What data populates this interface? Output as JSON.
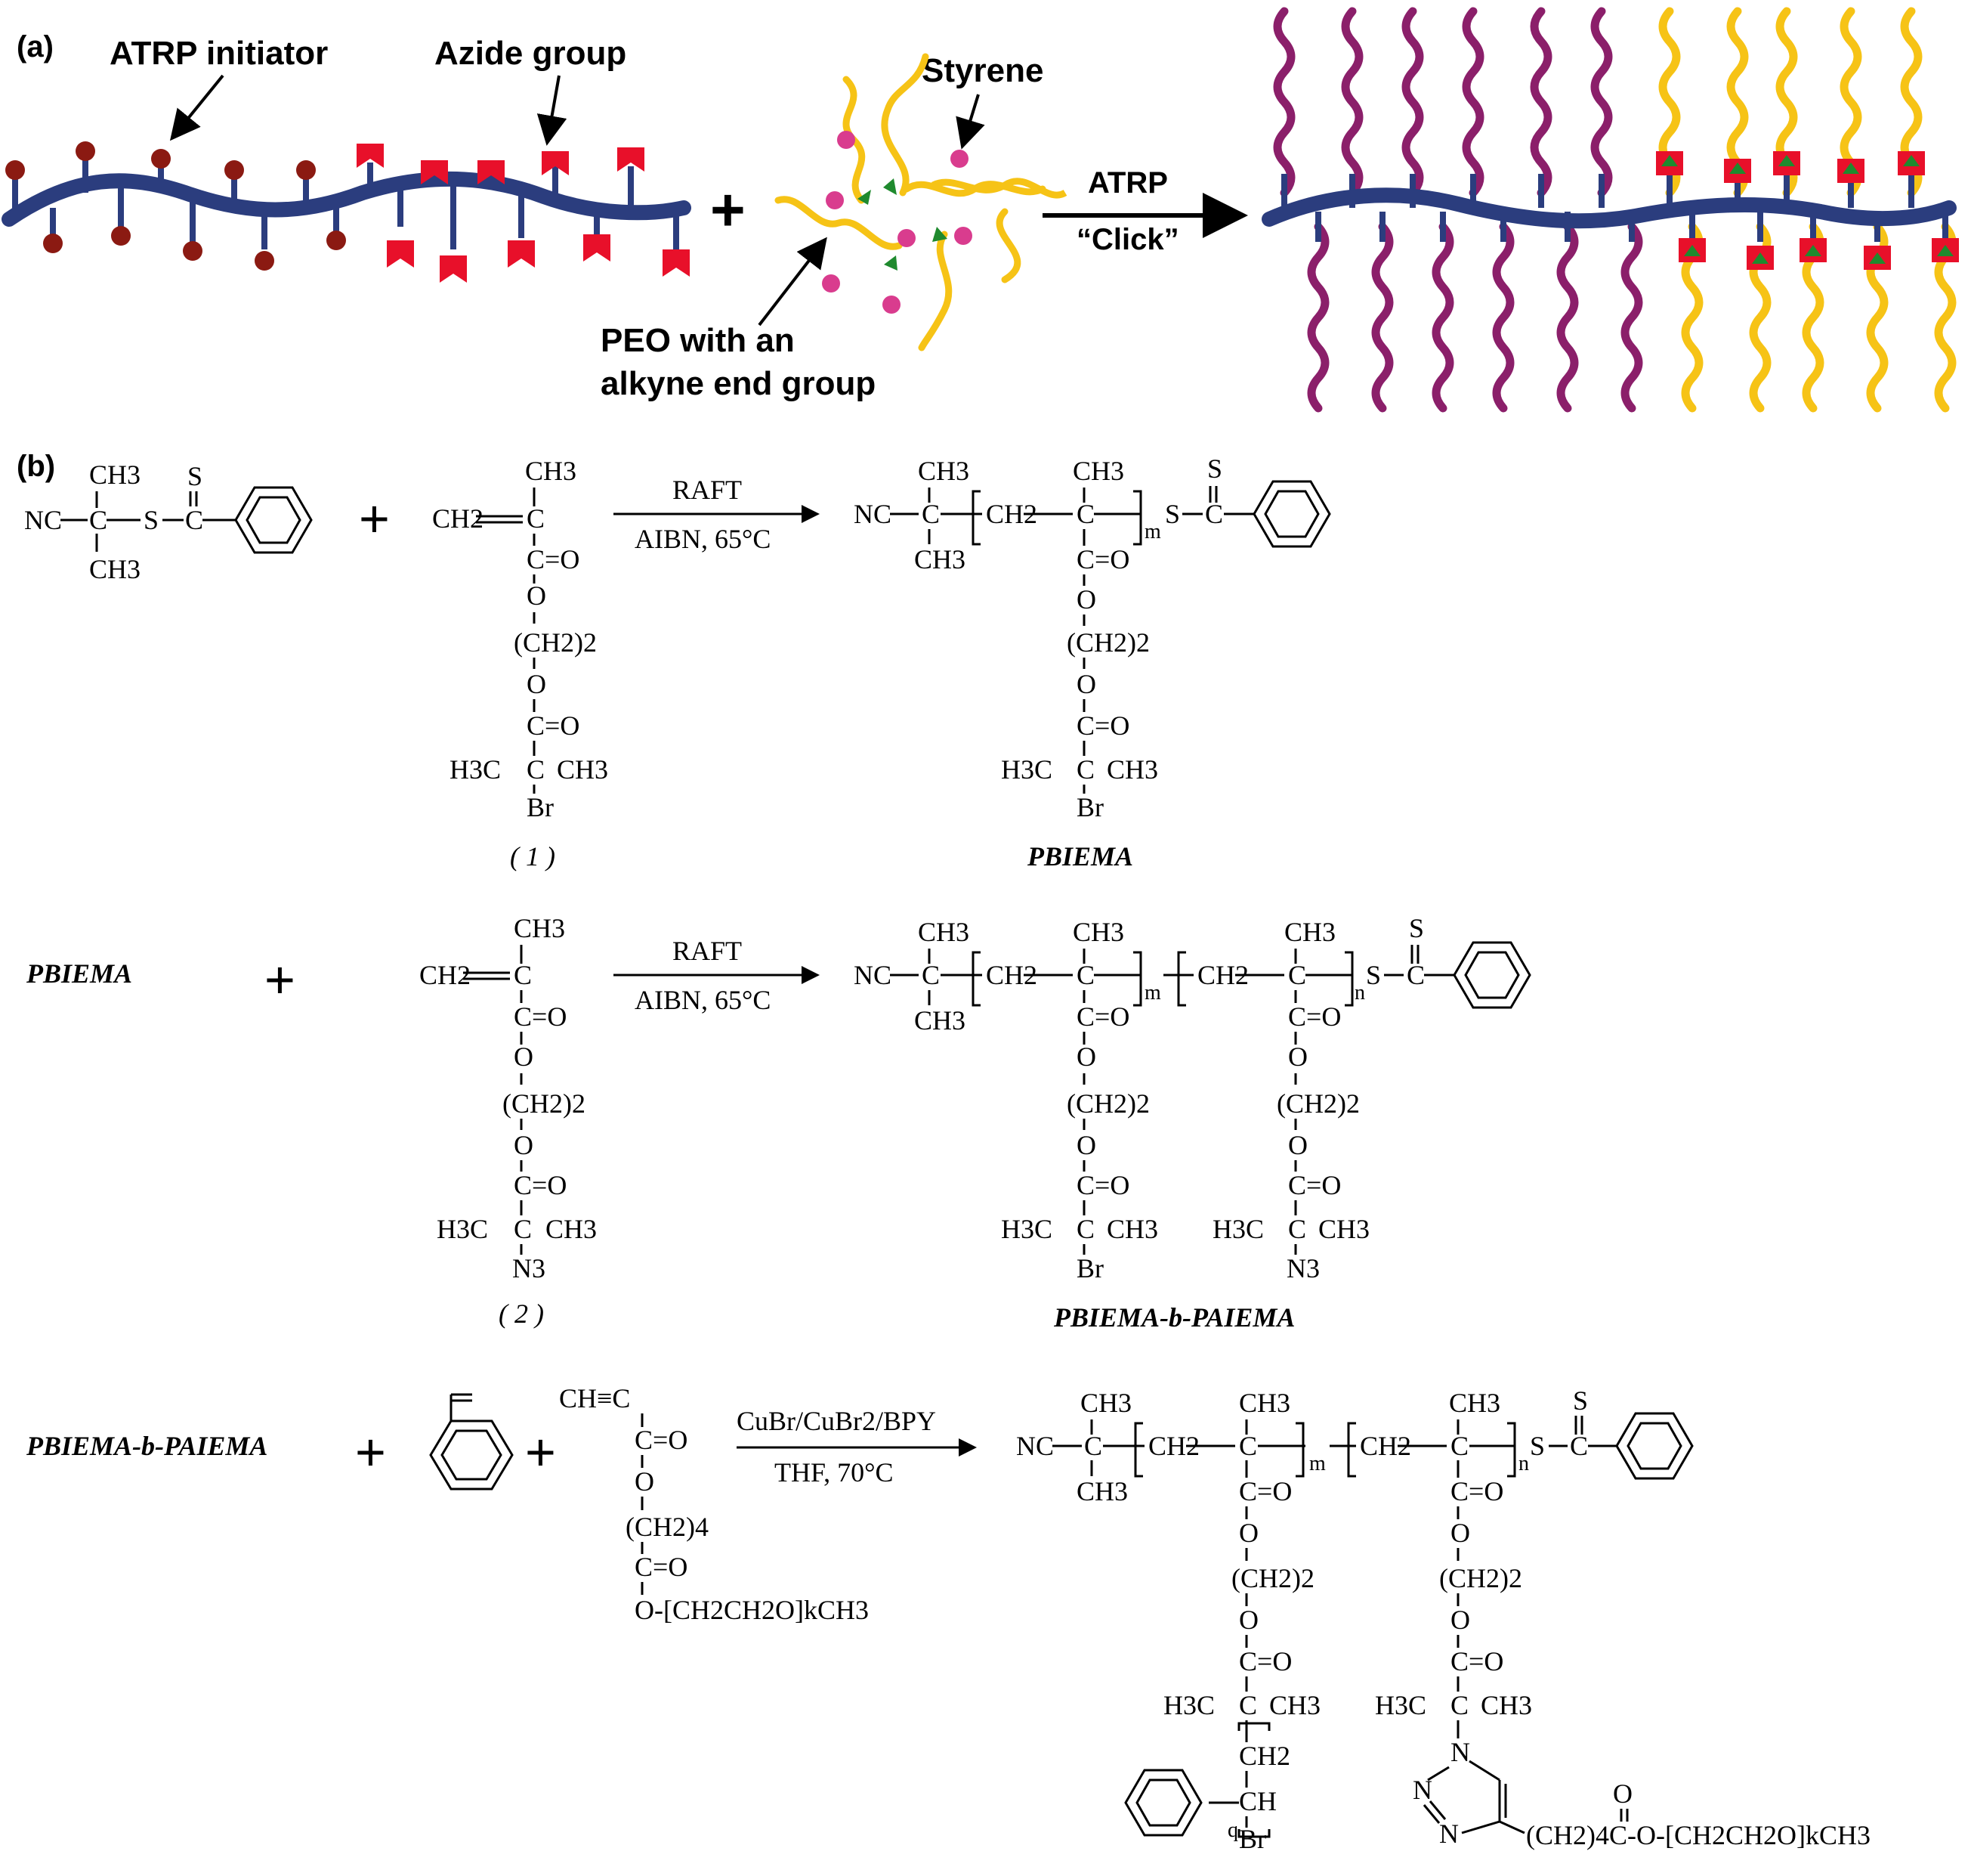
{
  "panel_a": {
    "label": "(a)",
    "atrp_initiator": "ATRP initiator",
    "azide_group": "Azide group",
    "styrene": "Styrene",
    "peo_line1": "PEO with an",
    "peo_line2": "alkyne end group",
    "arrow_top": "ATRP",
    "arrow_bottom": "“Click”",
    "colors": {
      "backbone": "#2b3d7e",
      "initiator": "#8b1a12",
      "azide": "#e8102a",
      "peo": "#f6c316",
      "styrene": "#d93c8e",
      "alkyne": "#1f8a2e",
      "polystyrene": "#8b1f6a"
    }
  },
  "panel_b": {
    "label": "(b)",
    "cta": {
      "ch3_top": "CH3",
      "ch3_bottom": "CH3",
      "nc": "NC",
      "c": "C",
      "s": "S",
      "s_double": "S",
      "c2": "C"
    },
    "monomer1": {
      "ch3": "CH3",
      "ch2": "CH2",
      "c": "C",
      "co": "C=O",
      "o1": "O",
      "ch2_2": "(CH2)2",
      "o2": "O",
      "co2": "C=O",
      "left": "H3C",
      "c3": "C",
      "right": "CH3",
      "end": "Br",
      "name": "( 1 )"
    },
    "monomer2": {
      "ch3": "CH3",
      "ch2": "CH2",
      "c": "C",
      "co": "C=O",
      "o1": "O",
      "ch2_2": "(CH2)2",
      "o2": "O",
      "co2": "C=O",
      "left": "H3C",
      "c3": "C",
      "right": "CH3",
      "end": "N3",
      "name": "( 2 )"
    },
    "raft": "RAFT",
    "aibn": "AIBN, 65°C",
    "pbiema": "PBIEMA",
    "pbiema_b": "PBIEMA-b-PAIEMA",
    "cond3_top": "CuBr/CuBr2/BPY",
    "cond3_bottom": "THF, 70°C",
    "alkyne": {
      "top": "CH≡C",
      "co": "C=O",
      "o": "O",
      "ch2_4": "(CH2)4",
      "co2": "C=O",
      "peo": "O-[CH2CH2O]kCH3"
    },
    "product": {
      "nc": "NC",
      "ch3": "CH3",
      "ch2": "CH2",
      "m": "m",
      "n": "n",
      "k": "k",
      "q": "q",
      "br": "Br",
      "ch": "CH",
      "tail": "(CH2)4C-O-[CH2CH2O]kCH3",
      "n_atom": "N"
    }
  }
}
